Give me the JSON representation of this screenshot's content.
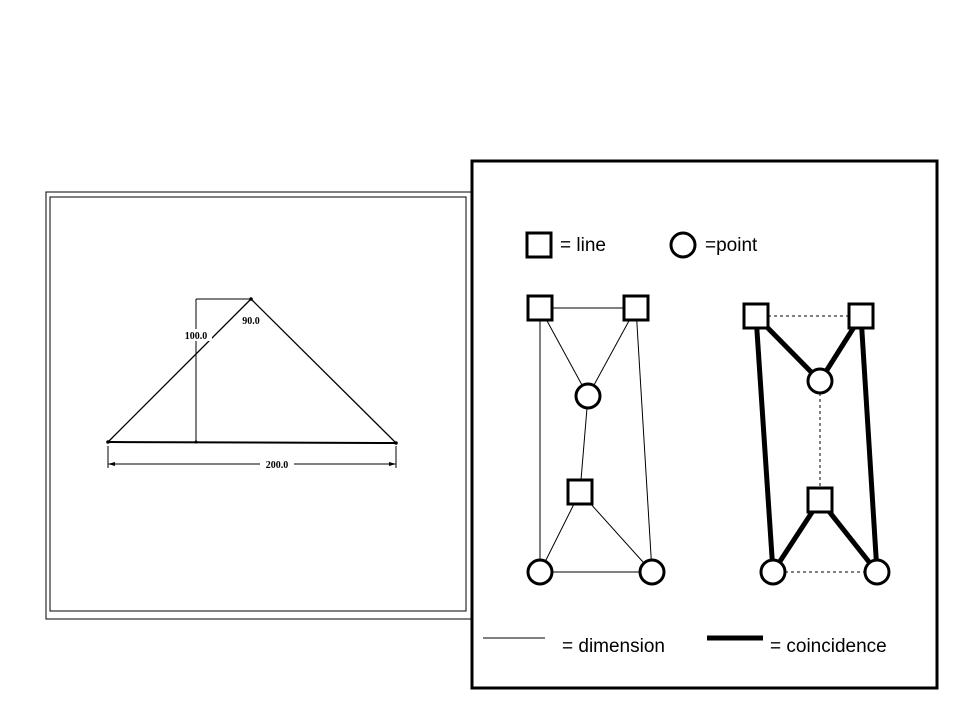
{
  "drawing": {
    "dimensions": {
      "height": "100.0",
      "angle": "90.0",
      "base": "200.0"
    }
  },
  "legend": {
    "line_label": "= line",
    "point_label": "=point",
    "dimension_label": "= dimension",
    "coincidence_label": "= coincidence"
  }
}
